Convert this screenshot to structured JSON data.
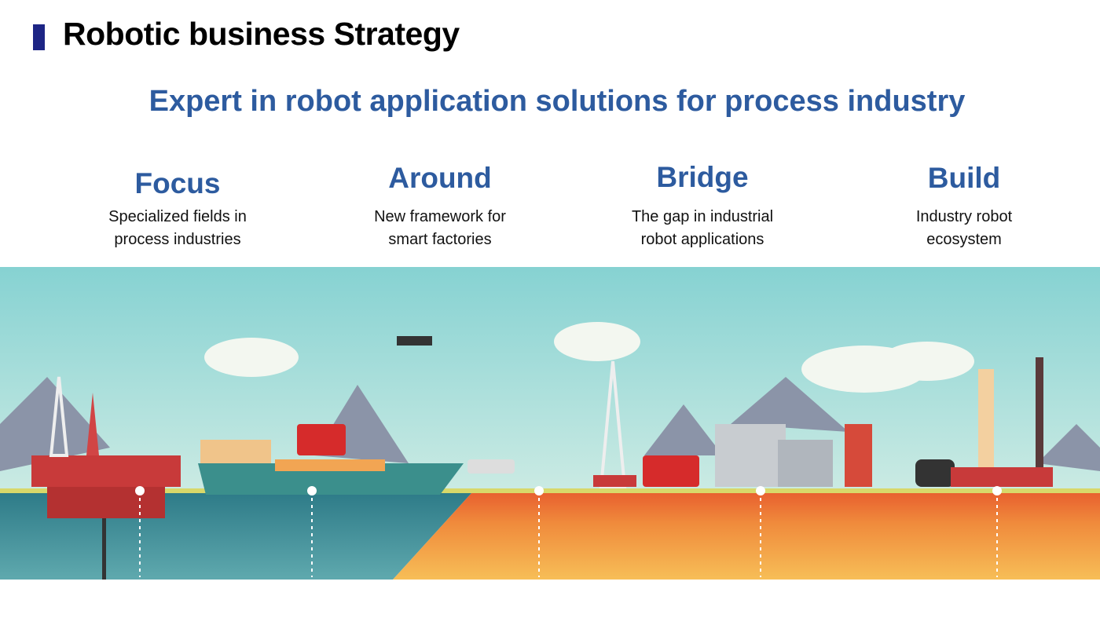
{
  "title": "Robotic business Strategy",
  "subtitle": "Expert in robot application solutions for process industry",
  "pillars": [
    {
      "heading": "Focus",
      "line1": "Specialized fields in",
      "line2": "process industries"
    },
    {
      "heading": "Around",
      "line1": "New framework for",
      "line2": "smart factories"
    },
    {
      "heading": "Bridge",
      "line1": "The gap in industrial",
      "line2": "robot applications"
    },
    {
      "heading": "Build",
      "line1": "Industry robot",
      "line2": "ecosystem"
    }
  ],
  "colors": {
    "accent": "#2d5b9f",
    "title_bar": "#1d2585",
    "sky": "#8dd3d3",
    "sea": "#2f7f8c",
    "ground": "#e8773a"
  }
}
